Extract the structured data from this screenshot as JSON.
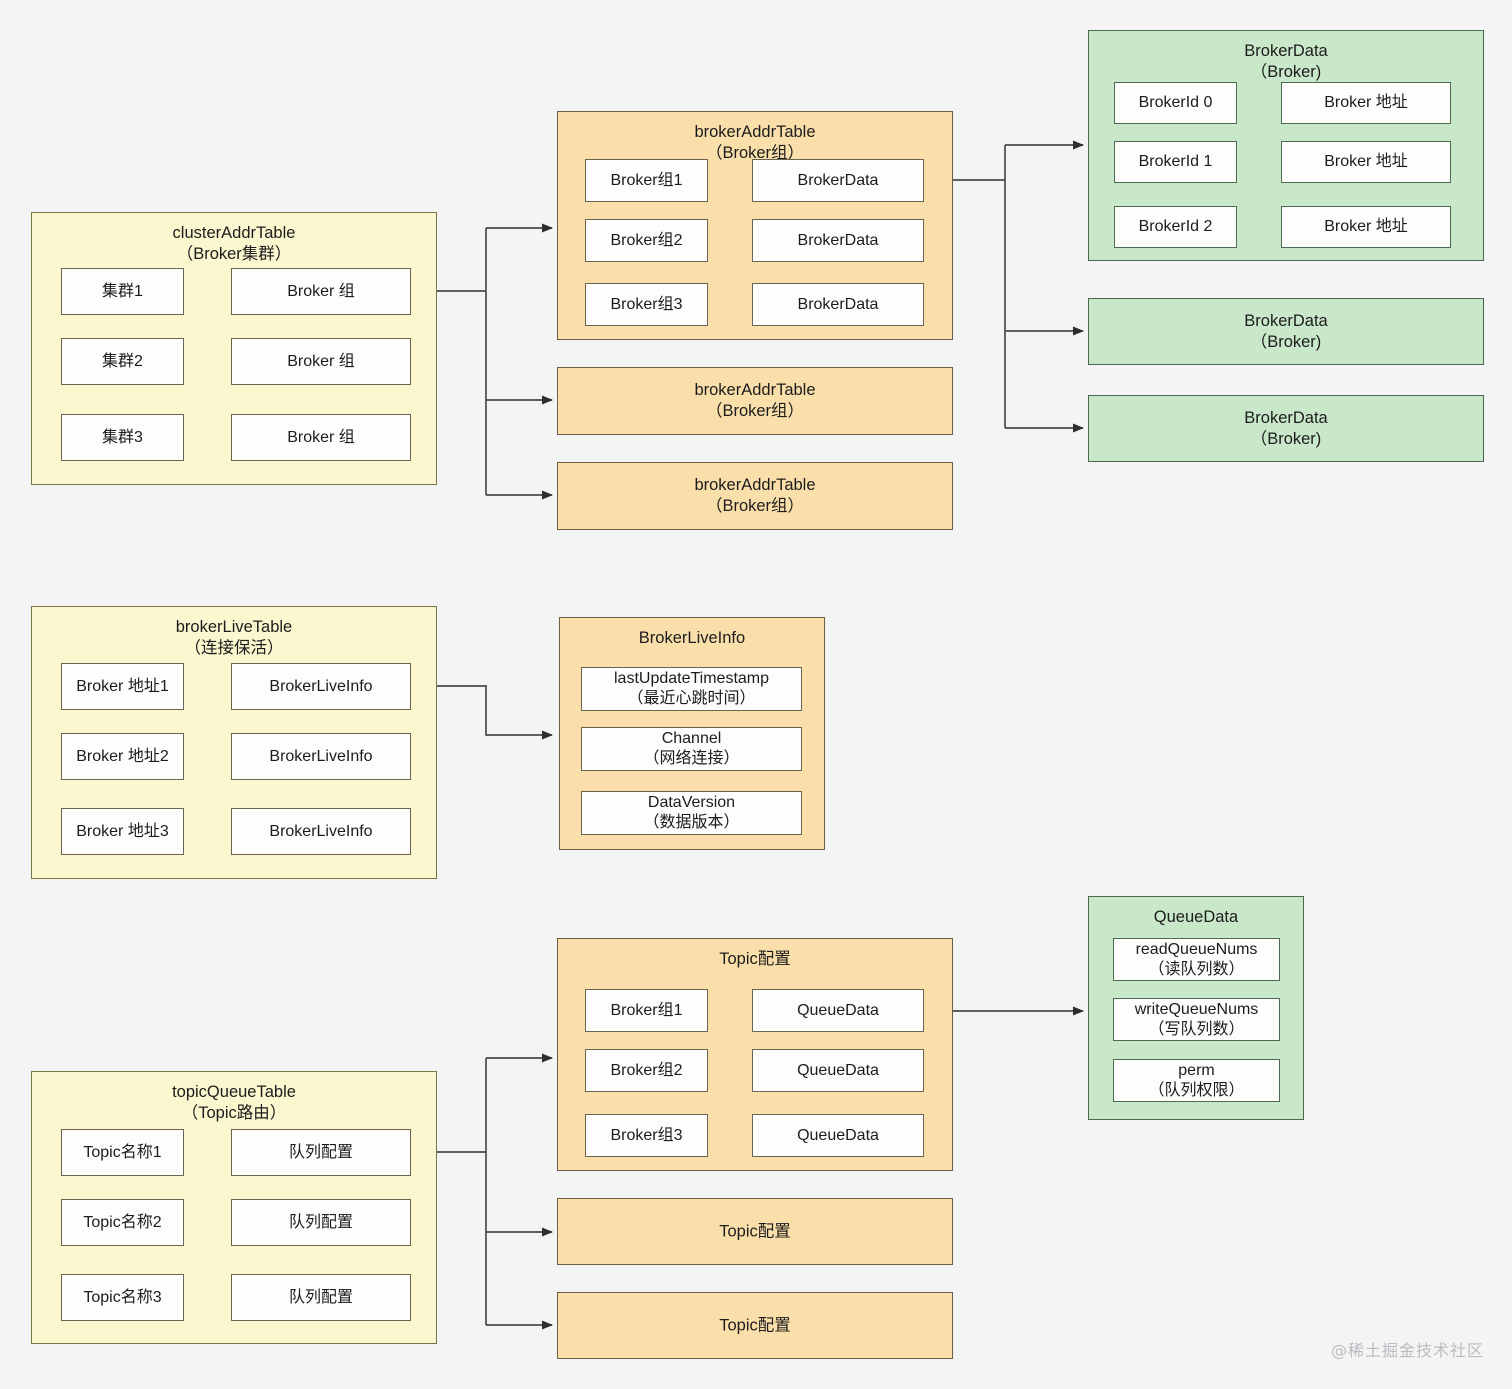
{
  "watermark": "@稀土掘金技术社区",
  "colors": {
    "background": "#f4f4f4",
    "yellow": "#fbf7cf",
    "orange": "#fbdfaa",
    "green": "#c9e7c9",
    "cell": "#fdfdfb",
    "stroke": "#4a4a4a"
  },
  "clusterAddrTable": {
    "title": "clusterAddrTable\n（Broker集群）",
    "keys": [
      "集群1",
      "集群2",
      "集群3"
    ],
    "values": [
      "Broker 组",
      "Broker 组",
      "Broker 组"
    ]
  },
  "brokerAddrTable": {
    "primary": {
      "title": "brokerAddrTable\n（Broker组）",
      "keys": [
        "Broker组1",
        "Broker组2",
        "Broker组3"
      ],
      "values": [
        "BrokerData",
        "BrokerData",
        "BrokerData"
      ]
    },
    "siblings": [
      "brokerAddrTable\n（Broker组）",
      "brokerAddrTable\n（Broker组）"
    ]
  },
  "brokerData": {
    "primary": {
      "title": "BrokerData\n（Broker)",
      "keys": [
        "BrokerId 0",
        "BrokerId 1",
        "BrokerId 2"
      ],
      "values": [
        "Broker 地址",
        "Broker 地址",
        "Broker 地址"
      ]
    },
    "siblings": [
      "BrokerData\n（Broker)",
      "BrokerData\n（Broker)"
    ]
  },
  "brokerLiveTable": {
    "title": "brokerLiveTable\n（连接保活）",
    "keys": [
      "Broker 地址1",
      "Broker 地址2",
      "Broker 地址3"
    ],
    "values": [
      "BrokerLiveInfo",
      "BrokerLiveInfo",
      "BrokerLiveInfo"
    ]
  },
  "brokerLiveInfo": {
    "title": "BrokerLiveInfo",
    "fields": [
      "lastUpdateTimestamp\n（最近心跳时间）",
      "Channel\n（网络连接）",
      "DataVersion\n（数据版本）"
    ]
  },
  "topicQueueTable": {
    "title": "topicQueueTable\n（Topic路由）",
    "keys": [
      "Topic名称1",
      "Topic名称2",
      "Topic名称3"
    ],
    "values": [
      "队列配置",
      "队列配置",
      "队列配置"
    ]
  },
  "topicConfig": {
    "primary": {
      "title": "Topic配置",
      "keys": [
        "Broker组1",
        "Broker组2",
        "Broker组3"
      ],
      "values": [
        "QueueData",
        "QueueData",
        "QueueData"
      ]
    },
    "siblings": [
      "Topic配置",
      "Topic配置"
    ]
  },
  "queueData": {
    "title": "QueueData",
    "fields": [
      "readQueueNums\n（读队列数）",
      "writeQueueNums\n（写队列数）",
      "perm\n（队列权限）"
    ]
  }
}
